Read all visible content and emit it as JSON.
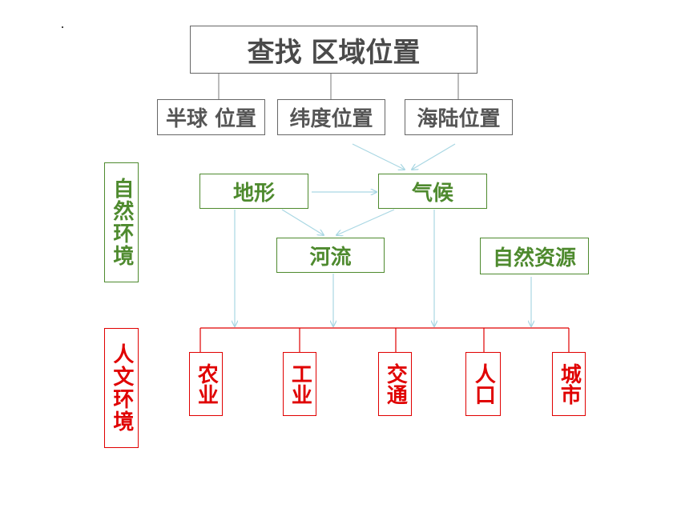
{
  "title": "查找 区域位置",
  "location_boxes": [
    "半球 位置",
    "纬度位置",
    "海陆位置"
  ],
  "natural": {
    "label": "自然环境",
    "terrain": "地形",
    "climate": "气候",
    "river": "河流",
    "resources": "自然资源"
  },
  "human": {
    "label": "人文环境",
    "items": [
      "农业",
      "工业",
      "交通",
      "人口",
      "城市"
    ]
  },
  "colors": {
    "gray": "#666666",
    "green": "#4e8a2e",
    "red": "#e00000",
    "arrow": "#a9d7e3"
  }
}
